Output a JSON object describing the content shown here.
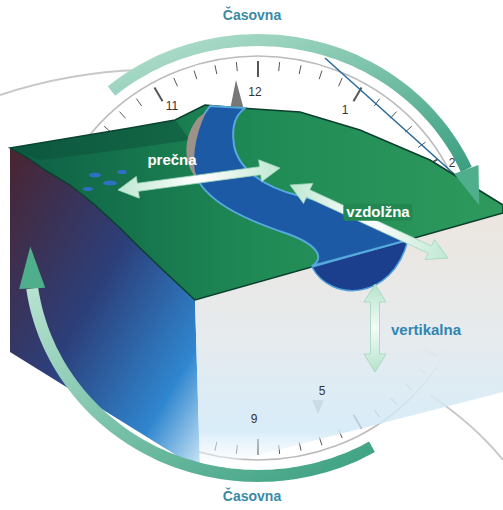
{
  "diagram": {
    "labels": [
      "Časovna",
      "12",
      "11",
      "1",
      "prečna",
      "2",
      "vzdolžna",
      "vertikalna",
      "5",
      "9",
      "Časovna"
    ]
  }
}
